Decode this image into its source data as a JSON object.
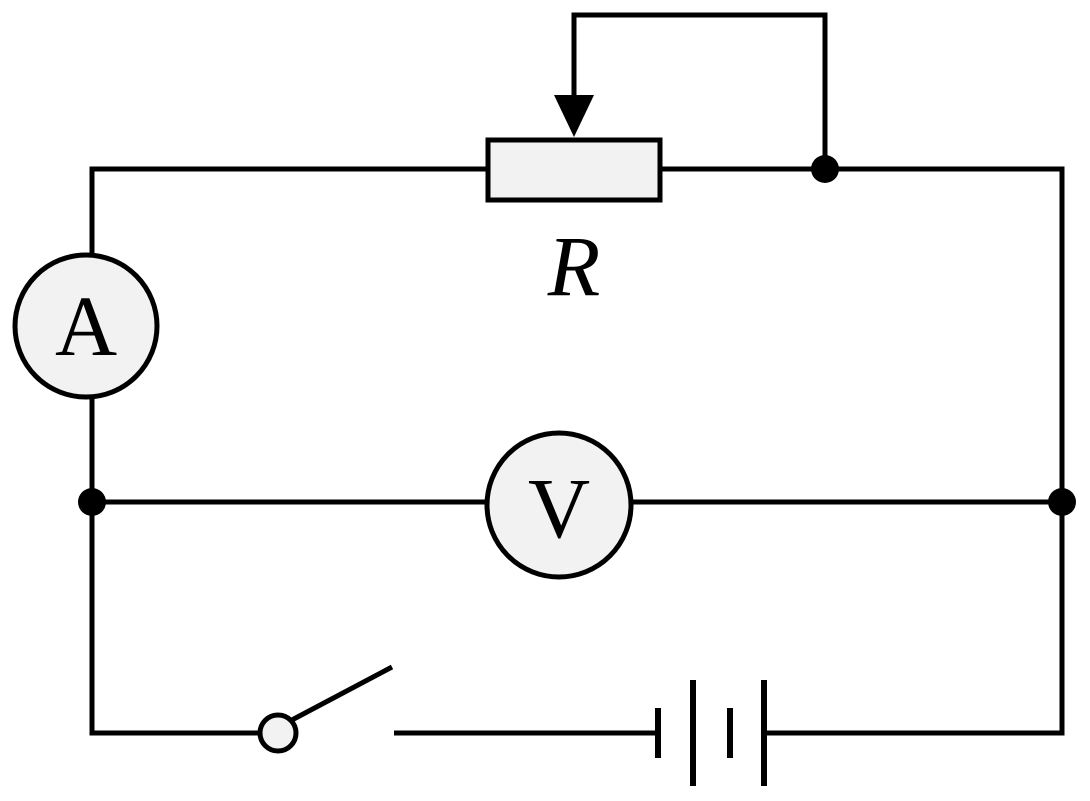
{
  "diagram": {
    "resistor_label": "R",
    "ammeter_label": "A",
    "voltmeter_label": "V"
  },
  "colors": {
    "wire": "#000000",
    "component_fill": "#f2f2f2",
    "background": "#ffffff"
  }
}
